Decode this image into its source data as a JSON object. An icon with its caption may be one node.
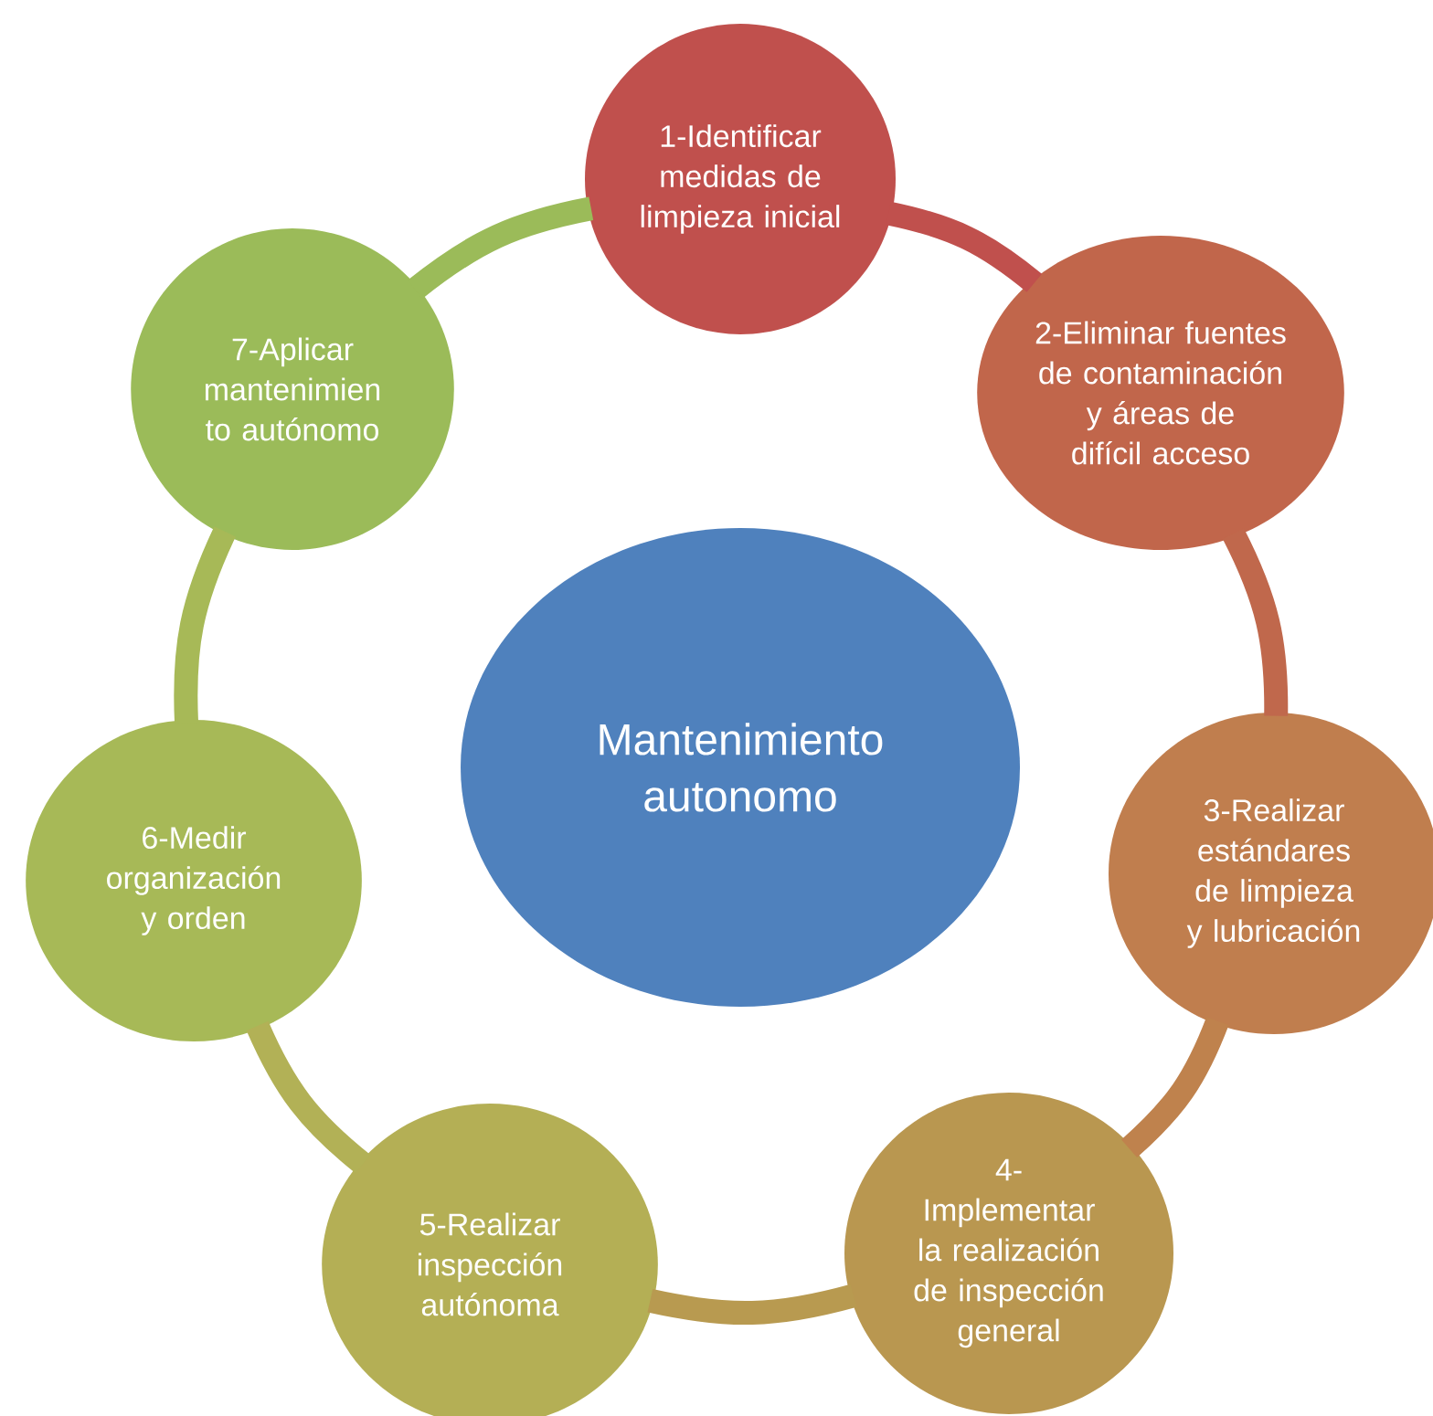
{
  "diagram": {
    "nodes": [
      {
        "text": [
          "Mantenimiento autonomo"
        ]
      },
      {
        "text": [
          "1-Identificar medidas de limpieza inicial"
        ]
      },
      {
        "text": [
          "2-Eliminar fuentes de contaminación y áreas de difícil acceso"
        ]
      },
      {
        "text": [
          "3-Realizar estándares de limpieza y lubricación"
        ]
      },
      {
        "text": [
          "4- Implementar la realización de inspección general"
        ]
      },
      {
        "text": [
          "5-Realizar inspección autónoma"
        ]
      },
      {
        "text": [
          "6-Medir organización y orden"
        ]
      },
      {
        "text": [
          "7-Aplicar mantenimien to autónomo"
        ]
      }
    ],
    "edges": [
      {
        "from": 1,
        "to": 2,
        "arrow": "none",
        "color": "#c0504d"
      },
      {
        "from": 2,
        "to": 3,
        "arrow": "none",
        "color": "#c0684c"
      },
      {
        "from": 3,
        "to": 4,
        "arrow": "none",
        "color": "#bf824d"
      },
      {
        "from": 4,
        "to": 5,
        "arrow": "none",
        "color": "#b89a50"
      },
      {
        "from": 5,
        "to": 6,
        "arrow": "none",
        "color": "#b2b156"
      },
      {
        "from": 6,
        "to": 7,
        "arrow": "none",
        "color": "#a7b957"
      },
      {
        "from": 7,
        "to": 1,
        "arrow": "none",
        "color": "#9bbb59"
      }
    ]
  }
}
